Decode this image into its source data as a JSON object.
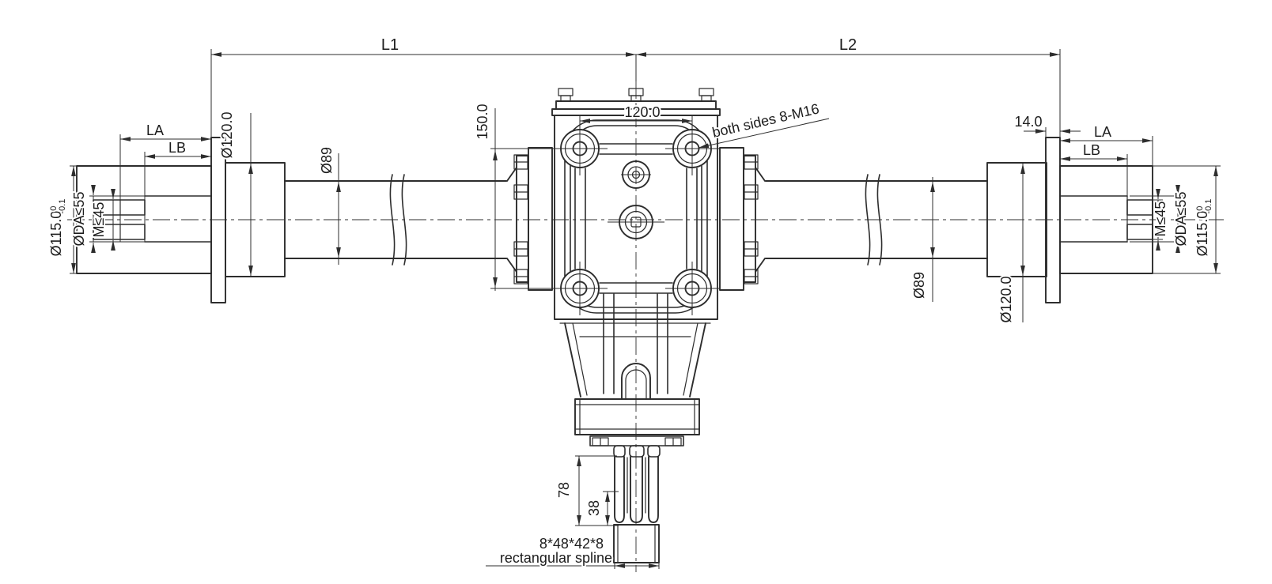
{
  "drawing": {
    "background": "#ffffff",
    "line_color": "#2d2d2d",
    "overall": {
      "l1": "L1",
      "l2": "L2"
    },
    "left_end": {
      "la": "LA",
      "lb": "LB",
      "flange_dia": "Ø120.0",
      "tube_dia": "Ø89",
      "hub_dia": "Ø115.0",
      "hub_dia_tol_upper": "0",
      "hub_dia_tol_lower": "-0.1",
      "spline_bore": "ØDA≤55",
      "thread_spec": "M≤45"
    },
    "right_end": {
      "la": "LA",
      "lb": "LB",
      "flange_dia": "Ø120.0",
      "tube_dia": "Ø89",
      "hub_dia": "Ø115.0",
      "hub_dia_tol_upper": "0",
      "hub_dia_tol_lower": "-0.1",
      "spline_bore": "ØDA≤55",
      "thread_spec": "M≤45",
      "flange_thickness": "14.0"
    },
    "gearbox": {
      "bolt_spacing_horizontal": "120.0",
      "bolt_spacing_vertical": "150.0",
      "mounting_note": "both sides 8-M16"
    },
    "pto_shaft": {
      "spline_length": "78",
      "engagement_length": "38",
      "spline_spec": "8*48*42*8",
      "spline_type": "rectangular spline"
    }
  }
}
